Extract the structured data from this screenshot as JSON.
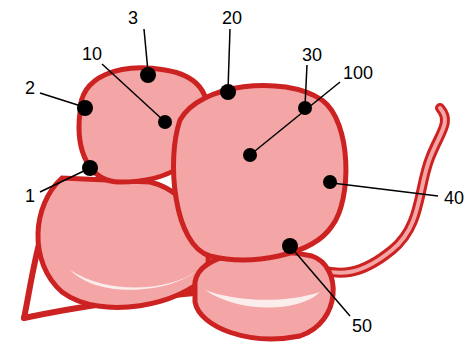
{
  "diagram": {
    "labels": [
      "3",
      "20",
      "30",
      "10",
      "100",
      "2",
      "1",
      "40",
      "50"
    ]
  }
}
